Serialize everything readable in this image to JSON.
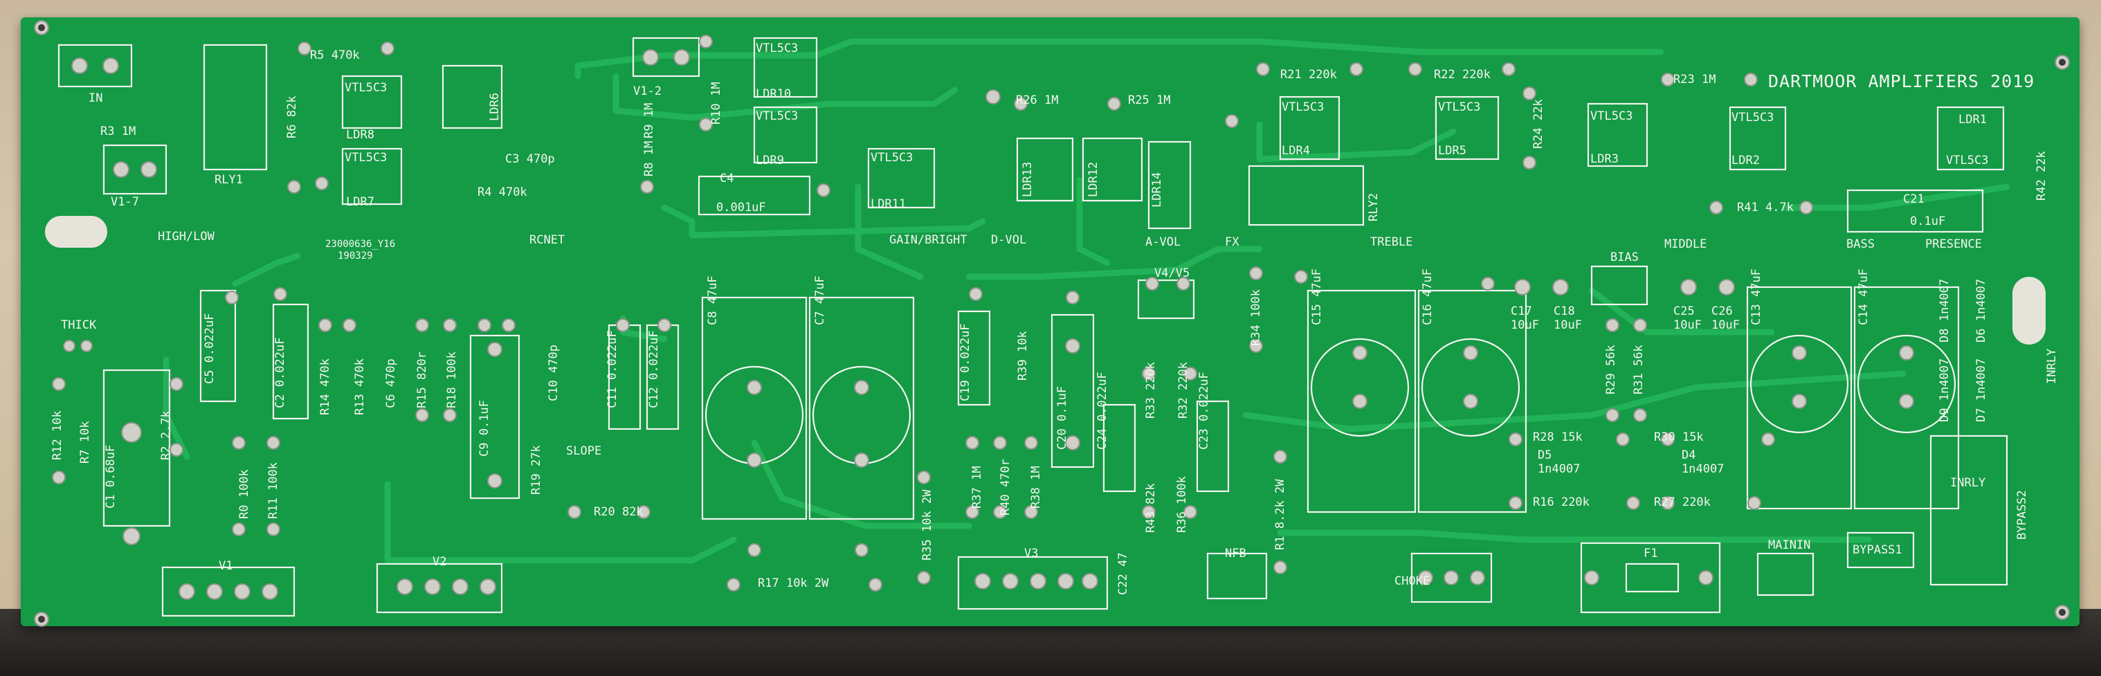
{
  "board": {
    "title": "DARTMOOR AMPLIFIERS 2019",
    "small_code": "23000636_Y16",
    "small_date": "190329"
  },
  "sections": {
    "high_low": "HIGH/LOW",
    "rcnet": "RCNET",
    "gain_bright": "GAIN/BRIGHT",
    "d_vol": "D-VOL",
    "a_vol": "A-VOL",
    "fx": "FX",
    "treble": "TREBLE",
    "middle": "MIDDLE",
    "bass": "BASS",
    "presence": "PRESENCE",
    "bias": "BIAS",
    "thick": "THICK",
    "slope": "SLOPE",
    "nfb": "NFB",
    "choke": "CHOKE",
    "mainin": "MAININ",
    "bypass1": "BYPASS1",
    "bypass2": "BYPASS2",
    "inrly": "INRLY",
    "inrly_side": "INRLY",
    "in": "IN",
    "v4v5": "V4/V5"
  },
  "tubes": [
    "V1-7",
    "V1-2",
    "V1",
    "V2",
    "V3"
  ],
  "relays": [
    "RLY1",
    "RLY2"
  ],
  "ldrs": {
    "part": "VTL5C3",
    "labels": [
      "LDR8",
      "LDR6",
      "LDR7",
      "LDR10",
      "LDR9",
      "LDR11",
      "LDR13",
      "LDR12",
      "LDR14",
      "LDR4",
      "LDR5",
      "LDR3",
      "LDR2",
      "LDR1"
    ]
  },
  "resistors": {
    "R5": "470k",
    "R3": "1M",
    "R6": "82k",
    "R4": "470k",
    "R8": "1M",
    "R9": "1M",
    "R10": "1M",
    "R26": "1M",
    "R25": "1M",
    "R21": "220k",
    "R22": "220k",
    "R23": "1M",
    "R24": "22k",
    "R41": "4.7k",
    "R42": "22k",
    "R12": "10k",
    "R7": "10k",
    "R2": "2.7k",
    "R14": "470k",
    "R13": "470k",
    "R15": "820r",
    "R18": "100k",
    "R19": "27k",
    "R20": "82k",
    "R0": "100k",
    "R11": "100k",
    "R17": "10k 2W",
    "R35": "10k 2W",
    "R39": "10k",
    "R37": "1M",
    "R40": "470r",
    "R38": "1M",
    "R33": "220k",
    "R32": "220k",
    "R34": "100k",
    "R43": "82k",
    "R36": "100k",
    "R1": "8.2k 2W",
    "R28": "15k",
    "R30": "15k",
    "R29": "56k",
    "R31": "56k",
    "R16": "220k",
    "R27": "220k"
  },
  "capacitors": {
    "C3": "470p",
    "C4": "0.001uF",
    "C5": "0.022uF",
    "C2": "0.022uF",
    "C1": "0.68uF",
    "C6": "470p",
    "C9": "0.1uF",
    "C10": "470p",
    "C11": "0.022uF",
    "C12": "0.022uF",
    "C8": "47uF",
    "C7": "47uF",
    "C19": "0.022uF",
    "C20": "0.1uF",
    "C24": "0.022uF",
    "C23": "0.022uF",
    "C15": "47uF",
    "C16": "47uF",
    "C17": "10uF",
    "C18": "10uF",
    "C25": "10uF",
    "C26": "10uF",
    "C13": "47uF",
    "C14": "47uF",
    "C21": "0.1uF",
    "C22": "47"
  },
  "diodes": {
    "D5": "1n4007",
    "D4": "1n4007",
    "D8": "1n4007",
    "D9": "1n4007",
    "D6": "1n4007",
    "D7": "1n4007"
  },
  "misc": {
    "fuse": "F1"
  },
  "colors": {
    "board": "#159a45",
    "trace": "#22b257",
    "silk": "#f2f5f0",
    "pad": "#cfd0c8"
  }
}
